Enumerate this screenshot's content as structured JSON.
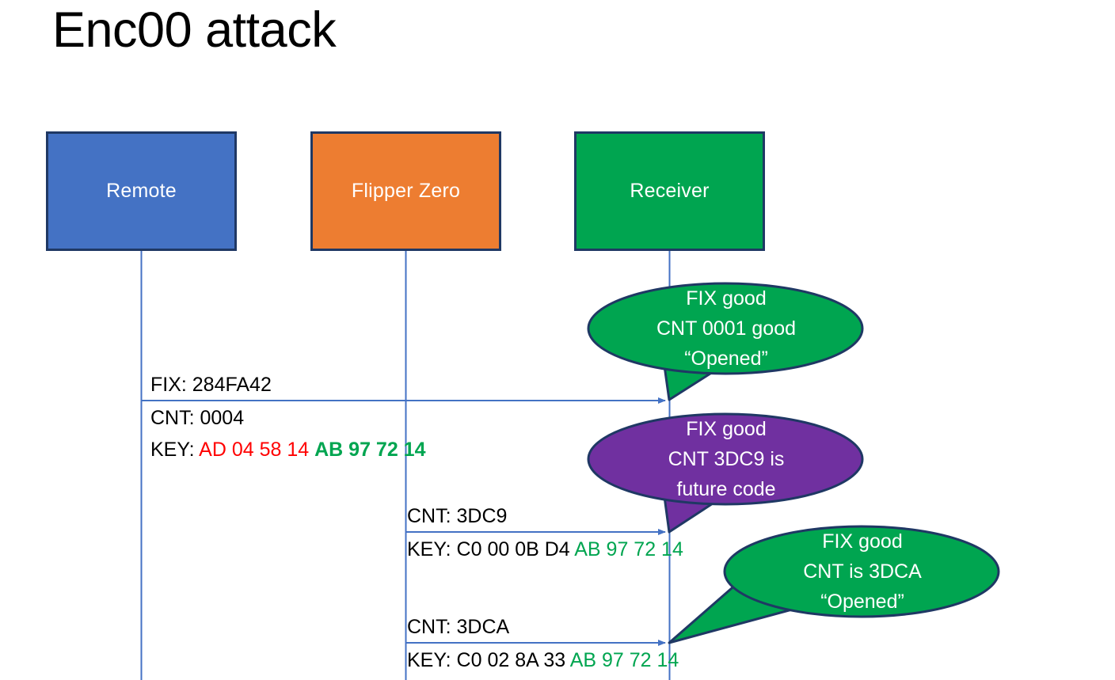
{
  "slide": {
    "title": "Enc00 attack",
    "background": "#FFFFFF"
  },
  "colors": {
    "remote": "#4472C4",
    "flipper": "#ED7D31",
    "receiver": "#00A550",
    "bubble_good": "#00A550",
    "bubble_future": "#7030A0",
    "outline": "#1F3864",
    "lifeline": "#4472C4",
    "hex_red": "#FF0000",
    "hex_green": "#00A550",
    "text_dark": "#000000",
    "text_light": "#FFFFFF"
  },
  "actors": [
    {
      "id": "remote",
      "label": "Remote",
      "color": "#4472C4"
    },
    {
      "id": "flipper",
      "label": "Flipper Zero",
      "color": "#ED7D31"
    },
    {
      "id": "receiver",
      "label": "Receiver",
      "color": "#00A550"
    }
  ],
  "messages": [
    {
      "id": "msg-remote-to-receiver",
      "from": "remote",
      "to": "receiver",
      "label_above": "FIX: 284FA42",
      "line1": "CNT: 0004",
      "line2_prefix": "KEY: ",
      "line2_red": "AD 04 58 14",
      "line2_green": "AB 97 72 14"
    },
    {
      "id": "msg-flipper-to-receiver-1",
      "from": "flipper",
      "to": "receiver",
      "label_above": "CNT: 3DC9",
      "line2_prefix": "KEY: C0 00 0B D4 ",
      "line2_green": "AB 97 72 14"
    },
    {
      "id": "msg-flipper-to-receiver-2",
      "from": "flipper",
      "to": "receiver",
      "label_above": "CNT: 3DCA",
      "line2_prefix": "KEY: C0 02 8A 33 ",
      "line2_green": "AB 97 72 14"
    }
  ],
  "bubbles": [
    {
      "id": "bubble-fix-good-0001",
      "color": "#00A550",
      "lines": [
        "FIX good",
        "CNT 0001 good",
        "“Opened”"
      ]
    },
    {
      "id": "bubble-future-code",
      "color": "#7030A0",
      "lines": [
        "FIX good",
        "CNT 3DC9 is",
        "future code"
      ]
    },
    {
      "id": "bubble-fix-good-3dca",
      "color": "#00A550",
      "lines": [
        "FIX good",
        "CNT is 3DCA",
        "“Opened”"
      ]
    }
  ]
}
